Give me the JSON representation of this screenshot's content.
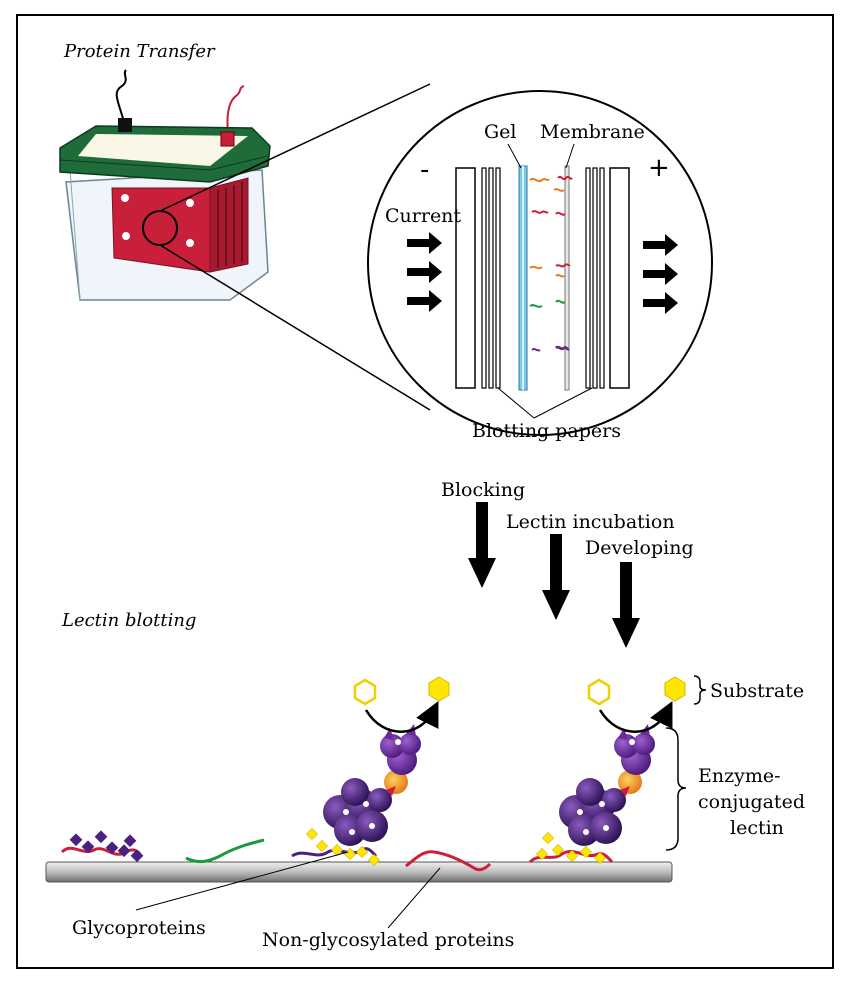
{
  "sections": {
    "protein_transfer": "Protein Transfer",
    "lectin_blotting": "Lectin blotting"
  },
  "transfer": {
    "gel": "Gel",
    "membrane": "Membrane",
    "minus": "-",
    "plus": "+",
    "current": "Current",
    "blotting_papers": "Blotting papers"
  },
  "steps": {
    "blocking": "Blocking",
    "lectin_incubation": "Lectin incubation",
    "developing": "Developing"
  },
  "blot": {
    "substrate": "Substrate",
    "enzyme_line1": "Enzyme-",
    "enzyme_line2": "conjugated",
    "enzyme_line3": "lectin",
    "glycoproteins": "Glycoproteins",
    "non_glycosylated": "Non-glycosylated proteins"
  },
  "colors": {
    "lid_green": "#1f6b3a",
    "cassette_red": "#c8203a",
    "gel_blue": "#7ec8e8",
    "protein_red": "#cc1f3a",
    "protein_green": "#1a9a3a",
    "protein_purple": "#4a2080",
    "sugar_yellow": "#ffe600",
    "enzyme_purple": "#6a2a9a",
    "lectin_navy": "#2c1860",
    "link_orange": "#f5a020"
  }
}
